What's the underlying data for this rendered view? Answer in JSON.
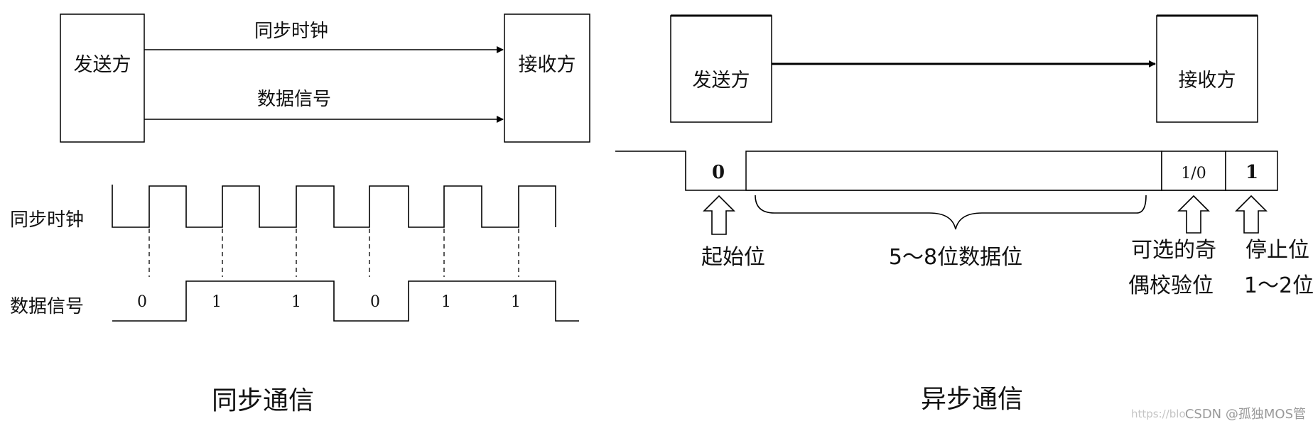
{
  "sync": {
    "sender_label": "发送方",
    "receiver_label": "接收方",
    "clock_arrow_label": "同步时钟",
    "data_arrow_label": "数据信号",
    "clock_row_label": "同步时钟",
    "data_row_label": "数据信号",
    "bits": [
      "0",
      "1",
      "1",
      "0",
      "1",
      "1"
    ],
    "caption": "同步通信"
  },
  "async": {
    "sender_label": "发送方",
    "receiver_label": "接收方",
    "start_bit_value": "0",
    "parity_bit_value": "1/0",
    "stop_bit_value": "1",
    "start_bit_label": "起始位",
    "data_bits_label": "5～8位数据位",
    "parity_label_line1": "可选的奇",
    "parity_label_line2": "偶校验位",
    "stop_label_line1": "停止位",
    "stop_label_line2": "1～2位",
    "caption": "异步通信"
  },
  "watermark": {
    "faint_text": "https://blo",
    "text": "CSDN @孤独MOS管"
  },
  "colors": {
    "line": "#000000",
    "text": "#111111",
    "watermark": "#9a9a9a"
  }
}
